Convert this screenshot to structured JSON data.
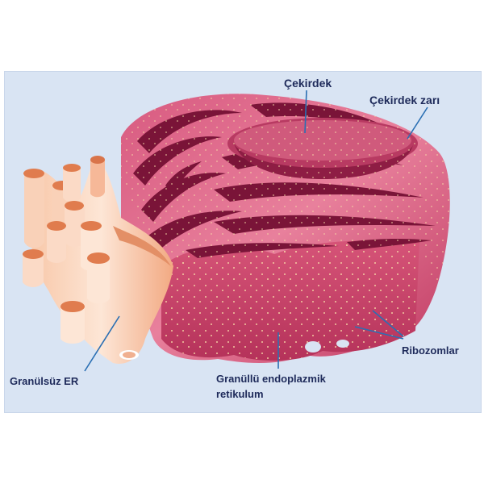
{
  "labels": {
    "nucleus": "Çekirdek",
    "nuclear_envelope": "Çekirdek zarı",
    "ribosomes": "Ribozomlar",
    "smooth_er": "Granülsüz ER",
    "rough_er_line1": "Granüllü endoplazmik",
    "rough_er_line2": "retikulum"
  },
  "colors": {
    "background_panel": "#d9e4f3",
    "rough_er_light": "#e87e9a",
    "rough_er_mid": "#c8426a",
    "rough_er_dark": "#7a1438",
    "smooth_er_light": "#fde1cf",
    "smooth_er_mid": "#f5b48d",
    "smooth_er_dark": "#d9744a",
    "leader_line": "#2a6fb3",
    "label_text": "#1e2a5a",
    "ribosome_dot": "#f7d9a6"
  }
}
